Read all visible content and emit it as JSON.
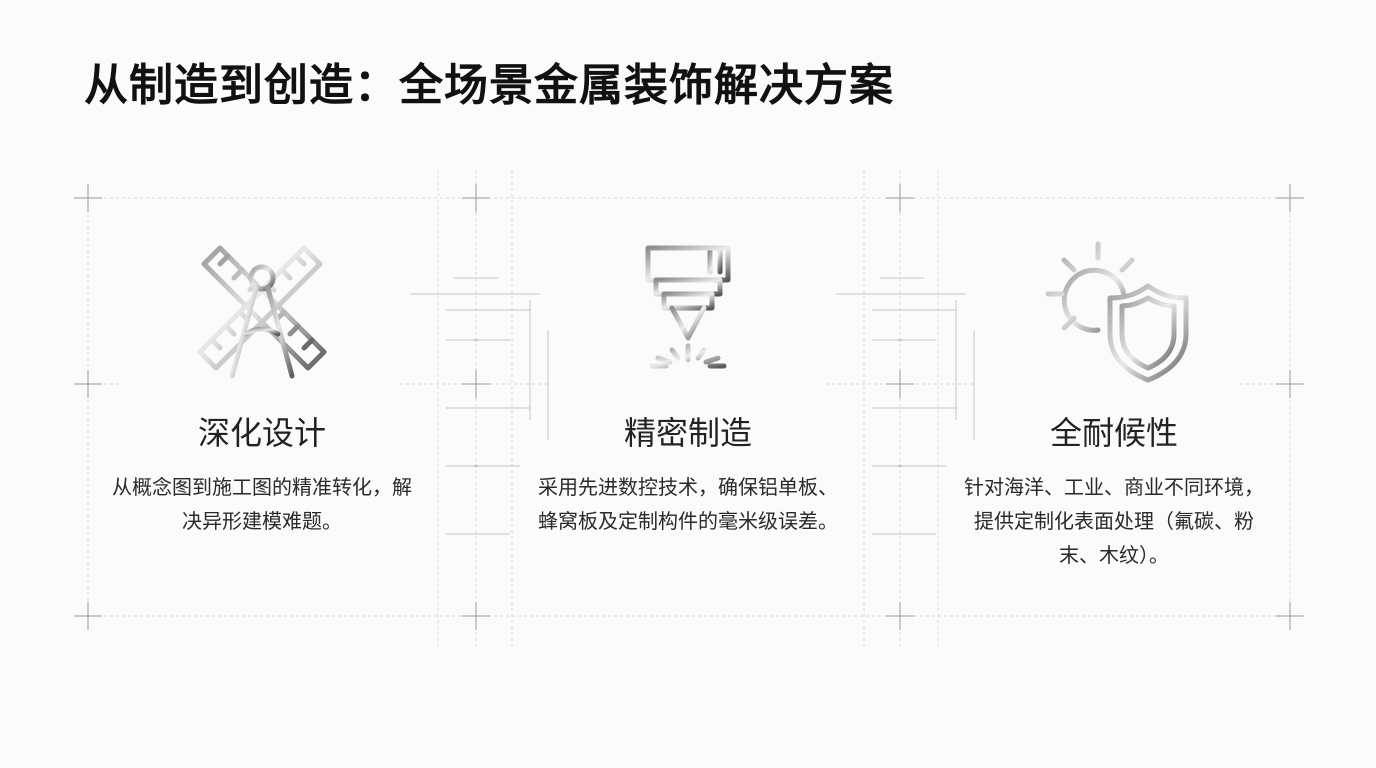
{
  "page": {
    "title": "从制造到创造：全场景金属装饰解决方案"
  },
  "features": [
    {
      "icon": "compass-ruler-icon",
      "title": "深化设计",
      "description": "从概念图到施工图的精准转化，解决异形建模难题。"
    },
    {
      "icon": "cnc-machining-icon",
      "title": "精密制造",
      "description": "采用先进数控技术，确保铝单板、蜂窝板及定制构件的毫米级误差。"
    },
    {
      "icon": "weather-shield-icon",
      "title": "全耐候性",
      "description": "针对海洋、工业、商业不同环境，提供定制化表面处理（氟碳、粉末、木纹）。"
    }
  ],
  "colors": {
    "background": "#fbfbfb",
    "text": "#1a1a1a",
    "metal_light": "#e6e6e6",
    "metal_dark": "#6e6e6e",
    "grid_line": "#d4d4d4"
  }
}
